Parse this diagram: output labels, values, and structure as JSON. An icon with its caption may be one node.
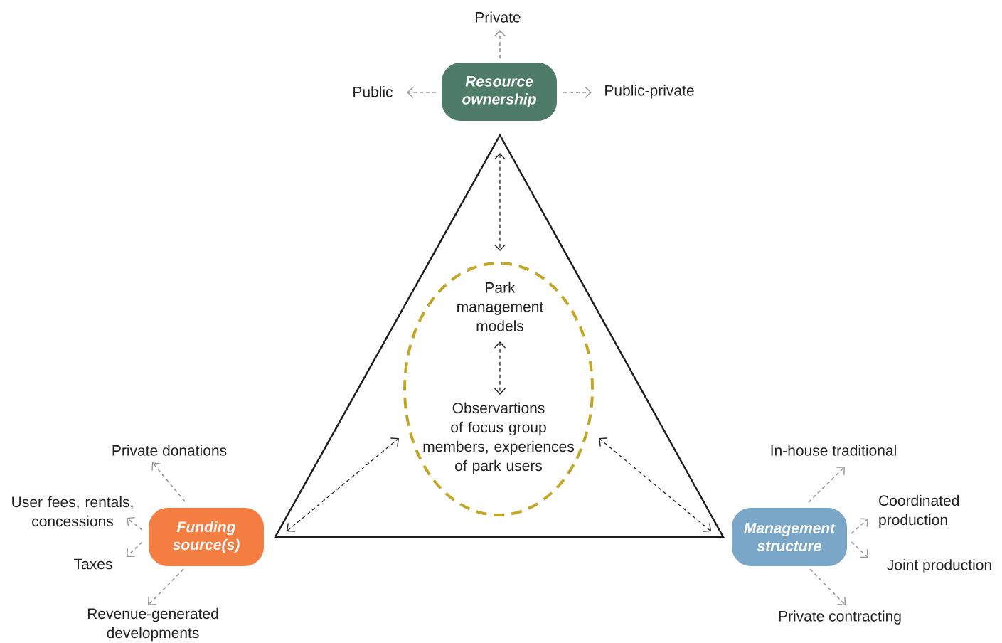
{
  "diagram": {
    "nodes": [
      {
        "text": [
          "Resource ownership"
        ]
      },
      {
        "text": [
          "Private"
        ]
      },
      {
        "text": [
          "Public"
        ]
      },
      {
        "text": [
          "Public-private"
        ]
      },
      {
        "text": [],
        "shape": "triangle"
      },
      {
        "text": [],
        "shape": "ellipse",
        "in": 4
      },
      {
        "text": [
          "Park management models"
        ],
        "in": 5
      },
      {
        "text": [
          "Observartions of focus group members, experiences of park users"
        ],
        "in": 5
      },
      {
        "text": [
          "Funding source(s)"
        ]
      },
      {
        "text": [
          "Private donations"
        ]
      },
      {
        "text": [
          "User fees, rentals, concessions"
        ]
      },
      {
        "text": [
          "Taxes"
        ]
      },
      {
        "text": [
          "Revenue-generated developments"
        ]
      },
      {
        "text": [
          "Management structure"
        ]
      },
      {
        "text": [
          "In-house traditional"
        ]
      },
      {
        "text": [
          "Coordinated production"
        ]
      },
      {
        "text": [
          "Joint production"
        ]
      },
      {
        "text": [
          "Private contracting"
        ]
      }
    ],
    "edges": [
      {
        "from": 0,
        "to": 1,
        "arrow": "to",
        "style": "dashed"
      },
      {
        "from": 0,
        "to": 2,
        "arrow": "to",
        "style": "dashed"
      },
      {
        "from": 0,
        "to": 3,
        "arrow": "to",
        "style": "dashed"
      },
      {
        "from": 4,
        "to": 5,
        "arrow": "both",
        "style": "dashed",
        "color": "#222222"
      },
      {
        "from": 4,
        "to": 5,
        "arrow": "both",
        "style": "dashed",
        "color": "#222222"
      },
      {
        "from": 4,
        "to": 5,
        "arrow": "both",
        "style": "dashed",
        "color": "#222222"
      },
      {
        "from": 6,
        "to": 7,
        "arrow": "both",
        "style": "dashed",
        "color": "#222222"
      },
      {
        "from": 8,
        "to": 9,
        "arrow": "to",
        "style": "dashed"
      },
      {
        "from": 8,
        "to": 10,
        "arrow": "to",
        "style": "dashed"
      },
      {
        "from": 8,
        "to": 11,
        "arrow": "to",
        "style": "dashed"
      },
      {
        "from": 8,
        "to": 12,
        "arrow": "to",
        "style": "dashed"
      },
      {
        "from": 13,
        "to": 14,
        "arrow": "to",
        "style": "dashed"
      },
      {
        "from": 13,
        "to": 15,
        "arrow": "to",
        "style": "dashed"
      },
      {
        "from": 13,
        "to": 16,
        "arrow": "to",
        "style": "dashed"
      },
      {
        "from": 13,
        "to": 17,
        "arrow": "to",
        "style": "dashed"
      }
    ]
  }
}
